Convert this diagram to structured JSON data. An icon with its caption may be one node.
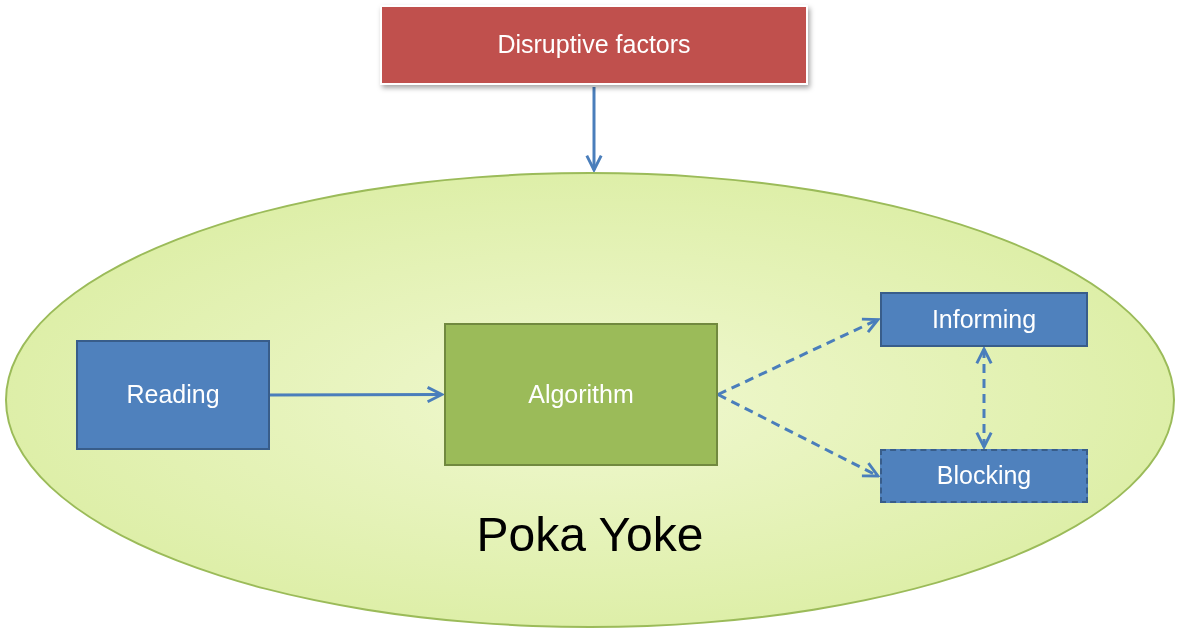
{
  "diagram": {
    "nodes": [
      {
        "text": [
          "Disruptive factors"
        ]
      },
      {
        "text": [
          "Poka Yoke"
        ]
      },
      {
        "text": [
          "Reading"
        ],
        "in": 1
      },
      {
        "text": [
          "Algorithm"
        ],
        "in": 1
      },
      {
        "text": [
          "Informing"
        ],
        "in": 1
      },
      {
        "text": [
          "Blocking"
        ],
        "in": 1
      }
    ],
    "edges": [
      {
        "from": 0,
        "to": 1,
        "arrow": "to"
      },
      {
        "from": 2,
        "to": 3,
        "arrow": "to"
      },
      {
        "from": 3,
        "to": 4,
        "arrow": "to",
        "style": "dashed"
      },
      {
        "from": 3,
        "to": 5,
        "arrow": "to",
        "style": "dashed"
      },
      {
        "from": 4,
        "to": 5,
        "arrow": "both",
        "style": "dashed"
      }
    ]
  }
}
